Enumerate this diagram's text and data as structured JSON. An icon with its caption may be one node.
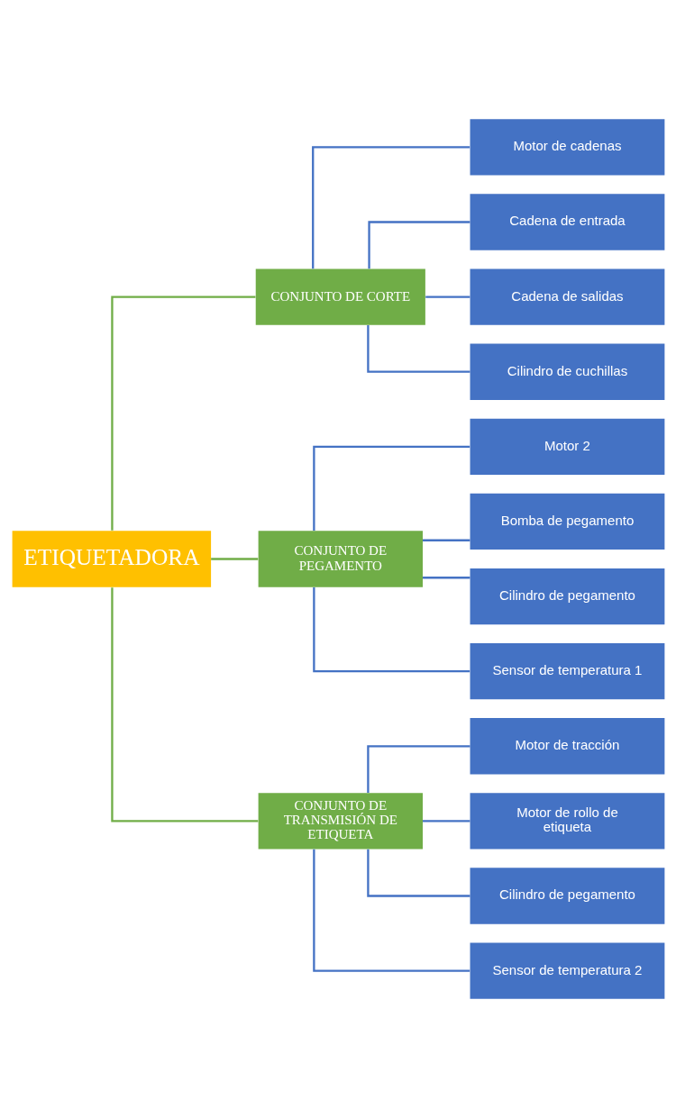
{
  "diagram": {
    "nodes": [
      {
        "text": [
          "ETIQUETADORA"
        ]
      },
      {
        "text": [
          "CONJUNTO DE CORTE"
        ]
      },
      {
        "text": [
          "CONJUNTO DE PEGAMENTO"
        ]
      },
      {
        "text": [
          "CONJUNTO DE TRANSMISIÓN DE ETIQUETA"
        ]
      },
      {
        "text": [
          "Motor de cadenas"
        ]
      },
      {
        "text": [
          "Cadena de entrada"
        ]
      },
      {
        "text": [
          "Cadena de salidas"
        ]
      },
      {
        "text": [
          "Cilindro de cuchillas"
        ]
      },
      {
        "text": [
          "Motor 2"
        ]
      },
      {
        "text": [
          "Bomba de pegamento"
        ]
      },
      {
        "text": [
          "Cilindro de pegamento"
        ]
      },
      {
        "text": [
          "Sensor de temperatura 1"
        ]
      },
      {
        "text": [
          "Motor de tracción"
        ]
      },
      {
        "text": [
          "Motor de rollo de etiqueta"
        ]
      },
      {
        "text": [
          "Cilindro de pegamento"
        ]
      },
      {
        "text": [
          "Sensor de temperatura 2"
        ]
      }
    ],
    "edges": [
      {
        "from": 0,
        "to": 1,
        "arrow": "none",
        "color": "#70ad47"
      },
      {
        "from": 0,
        "to": 2,
        "arrow": "none",
        "color": "#70ad47"
      },
      {
        "from": 0,
        "to": 3,
        "arrow": "none",
        "color": "#70ad47"
      },
      {
        "from": 1,
        "to": 4,
        "arrow": "none"
      },
      {
        "from": 1,
        "to": 5,
        "arrow": "none"
      },
      {
        "from": 1,
        "to": 6,
        "arrow": "none"
      },
      {
        "from": 1,
        "to": 7,
        "arrow": "none"
      },
      {
        "from": 2,
        "to": 8,
        "arrow": "none"
      },
      {
        "from": 2,
        "to": 9,
        "arrow": "none"
      },
      {
        "from": 2,
        "to": 10,
        "arrow": "none"
      },
      {
        "from": 2,
        "to": 11,
        "arrow": "none"
      },
      {
        "from": 3,
        "to": 12,
        "arrow": "none"
      },
      {
        "from": 3,
        "to": 13,
        "arrow": "none"
      },
      {
        "from": 3,
        "to": 14,
        "arrow": "none"
      },
      {
        "from": 3,
        "to": 15,
        "arrow": "none"
      }
    ]
  }
}
